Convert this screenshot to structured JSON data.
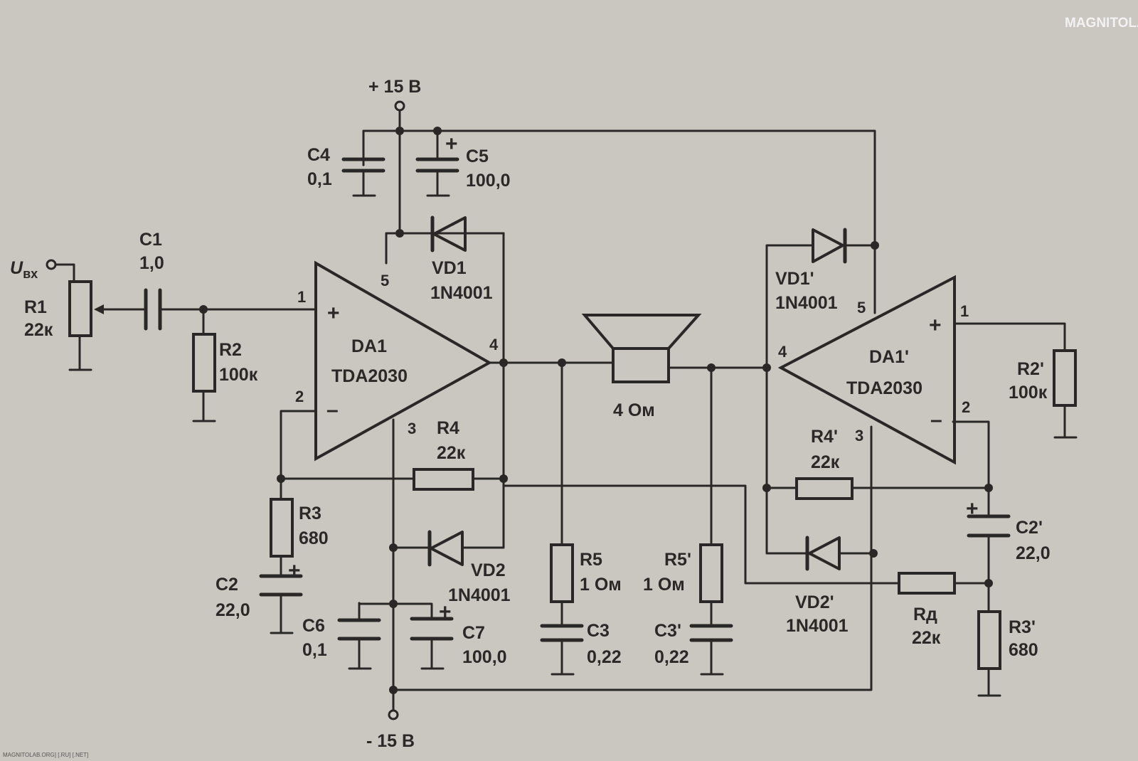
{
  "supply": {
    "pos": "+ 15 В",
    "neg": "- 15 В"
  },
  "input": {
    "label": "U",
    "sub": "вх"
  },
  "watermark": {
    "logo": "MAGNITOLA",
    "footer": "MAGNITOLAB.ORG] [.RU] [.NET]"
  },
  "amps": [
    {
      "ref": "DA1",
      "type": "TDA2030",
      "pins": [
        "1",
        "2",
        "3",
        "4",
        "5"
      ]
    },
    {
      "ref": "DA1'",
      "type": "TDA2030",
      "pins": [
        "1",
        "2",
        "3",
        "4",
        "5"
      ]
    }
  ],
  "components": {
    "R1": {
      "ref": "R1",
      "value": "22к"
    },
    "C1": {
      "ref": "C1",
      "value": "1,0"
    },
    "R2": {
      "ref": "R2",
      "value": "100к"
    },
    "C4": {
      "ref": "C4",
      "value": "0,1"
    },
    "C5": {
      "ref": "C5",
      "value": "100,0"
    },
    "VD1": {
      "ref": "VD1",
      "value": "1N4001"
    },
    "R4": {
      "ref": "R4",
      "value": "22к"
    },
    "R3": {
      "ref": "R3",
      "value": "680"
    },
    "C2": {
      "ref": "C2",
      "value": "22,0"
    },
    "VD2": {
      "ref": "VD2",
      "value": "1N4001"
    },
    "C6": {
      "ref": "C6",
      "value": "0,1"
    },
    "C7": {
      "ref": "C7",
      "value": "100,0"
    },
    "R5": {
      "ref": "R5",
      "value": "1 Ом"
    },
    "C3": {
      "ref": "C3",
      "value": "0,22"
    },
    "SPK": {
      "value": "4 Ом"
    },
    "R5p": {
      "ref": "R5'",
      "value": "1 Ом"
    },
    "C3p": {
      "ref": "C3'",
      "value": "0,22"
    },
    "VD1p": {
      "ref": "VD1'",
      "value": "1N4001"
    },
    "R2p": {
      "ref": "R2'",
      "value": "100к"
    },
    "R4p": {
      "ref": "R4'",
      "value": "22к"
    },
    "C2p": {
      "ref": "C2'",
      "value": "22,0"
    },
    "VD2p": {
      "ref": "VD2'",
      "value": "1N4001"
    },
    "Rd": {
      "ref": "Rд",
      "value": "22к"
    },
    "R3p": {
      "ref": "R3'",
      "value": "680"
    }
  },
  "polarity": {
    "plus": "+",
    "minus": "–"
  }
}
